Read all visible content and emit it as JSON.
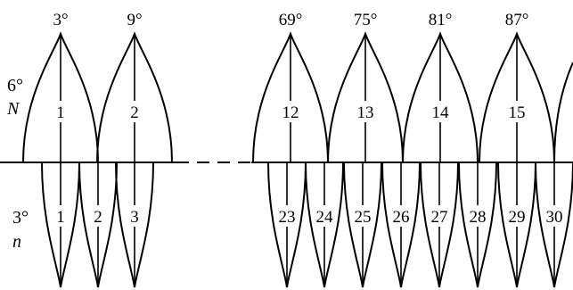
{
  "six_degree": {
    "side_label": "6°",
    "side_symbol": "N",
    "zones": [
      {
        "number": "1",
        "meridian": "3°"
      },
      {
        "number": "2",
        "meridian": "9°"
      },
      {
        "number": "12",
        "meridian": "69°"
      },
      {
        "number": "13",
        "meridian": "75°"
      },
      {
        "number": "14",
        "meridian": "81°"
      },
      {
        "number": "15",
        "meridian": "87°"
      }
    ]
  },
  "three_degree": {
    "side_label": "3°",
    "side_symbol": "n",
    "zones": [
      "1",
      "2",
      "3",
      "23",
      "24",
      "25",
      "26",
      "27",
      "28",
      "29",
      "30"
    ]
  }
}
